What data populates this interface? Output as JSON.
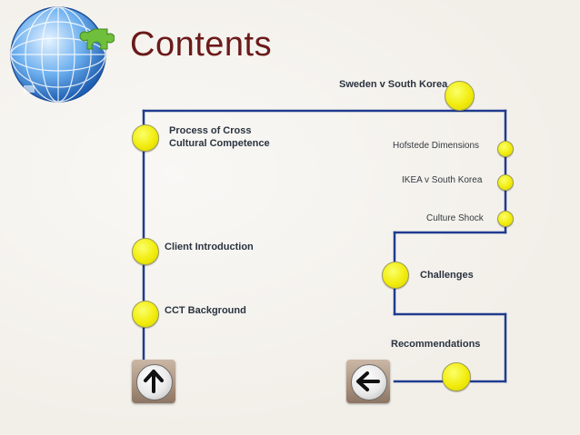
{
  "slide": {
    "title": "Contents"
  },
  "nodes": {
    "sweden": "Sweden v South Korea",
    "process_line1": "Process of Cross",
    "process_line2": "Cultural Competence",
    "hofstede": "Hofstede Dimensions",
    "ikea": "IKEA v South Korea",
    "culture_shock": "Culture Shock",
    "client_intro": "Client Introduction",
    "challenges": "Challenges",
    "cct_background": "CCT Background",
    "recommendations": "Recommendations"
  },
  "nav": {
    "up_icon": "arrow-up-icon",
    "back_icon": "arrow-left-icon"
  },
  "colors": {
    "title": "#6b1a1a",
    "path": "#1f3b8f",
    "node": "#f1ec0c",
    "logo_blue": "#2f74c9",
    "logo_green": "#6fbf3c"
  }
}
